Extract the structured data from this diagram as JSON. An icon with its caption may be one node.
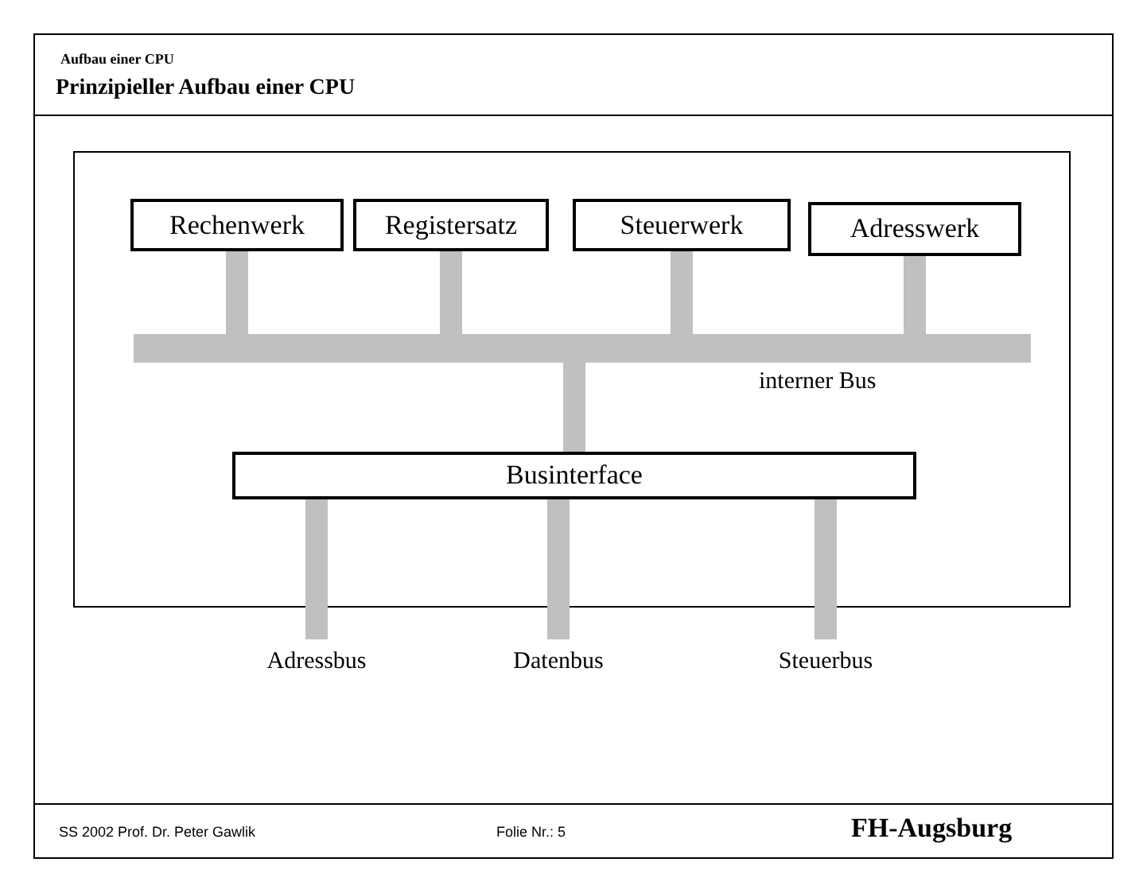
{
  "diagram": {
    "title": "Prinzipieller Aufbau einer CPU",
    "nodes": [
      {
        "text": [],
        "shape": "box"
      },
      {
        "text": [
          "Rechenwerk"
        ],
        "in": 0
      },
      {
        "text": [
          "Registersatz"
        ],
        "in": 0
      },
      {
        "text": [
          "Steuerwerk"
        ],
        "in": 0
      },
      {
        "text": [
          "Adresswerk"
        ],
        "in": 0
      },
      {
        "text": [],
        "shape": "bar",
        "beside": [
          "interner Bus"
        ],
        "in": 0
      },
      {
        "text": [
          "Businterface"
        ],
        "in": 0
      },
      {
        "text": [
          "Adressbus"
        ]
      },
      {
        "text": [
          "Datenbus"
        ]
      },
      {
        "text": [
          "Steuerbus"
        ]
      }
    ],
    "edges": [
      {
        "from": 1,
        "to": 5,
        "arrow": "none"
      },
      {
        "from": 2,
        "to": 5,
        "arrow": "none"
      },
      {
        "from": 3,
        "to": 5,
        "arrow": "none"
      },
      {
        "from": 4,
        "to": 5,
        "arrow": "none"
      },
      {
        "from": 5,
        "to": 6,
        "arrow": "none"
      },
      {
        "from": 6,
        "to": 7,
        "arrow": "none"
      },
      {
        "from": 6,
        "to": 8,
        "arrow": "none"
      },
      {
        "from": 6,
        "to": 9,
        "arrow": "none"
      }
    ],
    "labels": [
      "Aufbau einer CPU",
      "SS 2002 Prof. Dr. Peter Gawlik",
      "Folie Nr.: 5",
      "FH-Augsburg"
    ]
  }
}
